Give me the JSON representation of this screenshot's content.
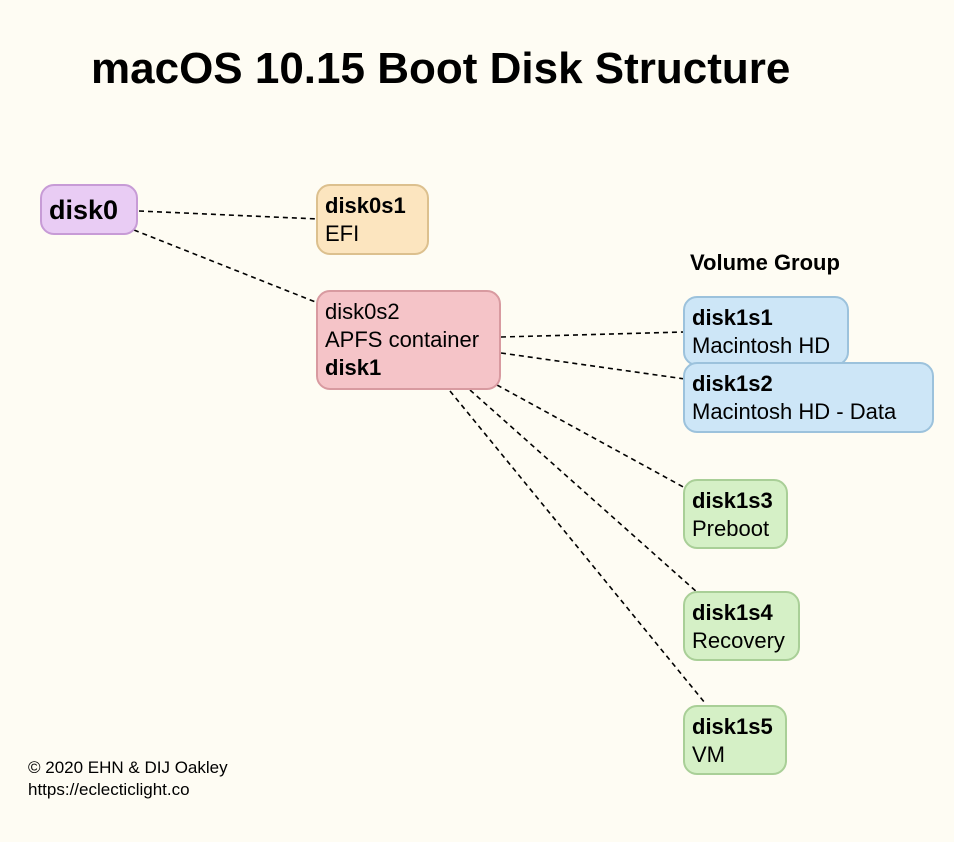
{
  "title": "macOS 10.15 Boot Disk Structure",
  "volume_group_label": "Volume Group",
  "nodes": {
    "disk0": {
      "id": "disk0",
      "color": "#e9ccf4"
    },
    "disk0s1": {
      "id": "disk0s1",
      "name": "EFI",
      "color": "#fce5bf"
    },
    "disk0s2": {
      "id": "disk0s2",
      "name": "APFS container",
      "container_id": "disk1",
      "color": "#f5c4c8"
    },
    "disk1s1": {
      "id": "disk1s1",
      "name": "Macintosh HD",
      "color": "#cde6f7"
    },
    "disk1s2": {
      "id": "disk1s2",
      "name": "Macintosh HD - Data",
      "color": "#cde6f7"
    },
    "disk1s3": {
      "id": "disk1s3",
      "name": "Preboot",
      "color": "#d5f0c6"
    },
    "disk1s4": {
      "id": "disk1s4",
      "name": "Recovery",
      "color": "#d5f0c6"
    },
    "disk1s5": {
      "id": "disk1s5",
      "name": "VM",
      "color": "#d5f0c6"
    }
  },
  "edges": [
    [
      "disk0",
      "disk0s1"
    ],
    [
      "disk0",
      "disk0s2"
    ],
    [
      "disk0s2",
      "disk1s1"
    ],
    [
      "disk0s2",
      "disk1s2"
    ],
    [
      "disk0s2",
      "disk1s3"
    ],
    [
      "disk0s2",
      "disk1s4"
    ],
    [
      "disk0s2",
      "disk1s5"
    ]
  ],
  "credits": {
    "copyright": "© 2020 EHN & DIJ Oakley",
    "url": "https://eclecticlight.co"
  }
}
